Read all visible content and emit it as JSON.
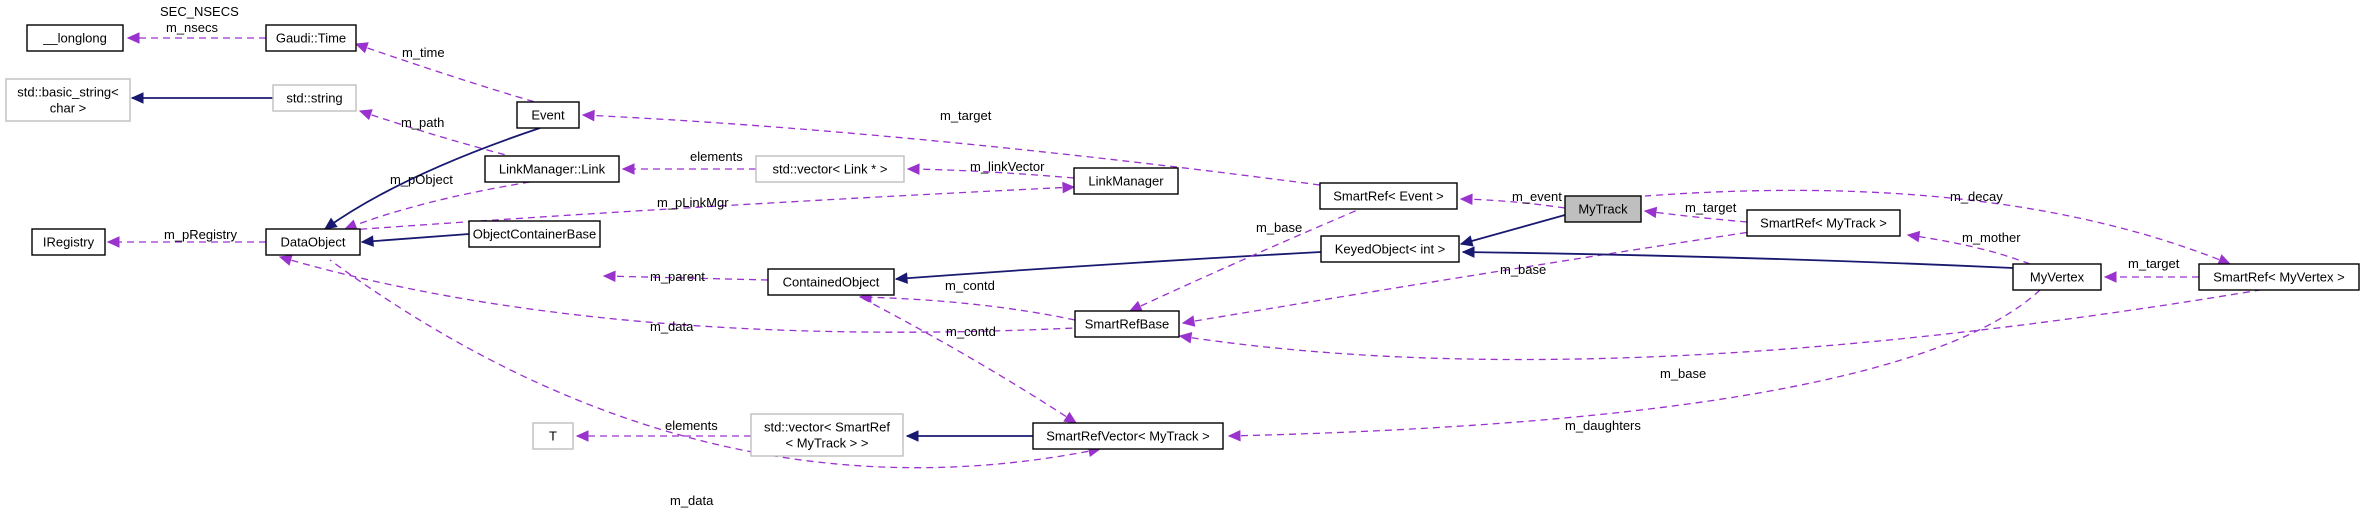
{
  "nodes": [
    {
      "id": "longlong",
      "lines": [
        "__longlong"
      ]
    },
    {
      "id": "gauditime",
      "lines": [
        "Gaudi::Time"
      ]
    },
    {
      "id": "basicstring",
      "lines": [
        "std::basic_string<",
        "char >"
      ]
    },
    {
      "id": "stdstring",
      "lines": [
        "std::string"
      ]
    },
    {
      "id": "event",
      "lines": [
        "Event"
      ]
    },
    {
      "id": "linkmgrlink",
      "lines": [
        "LinkManager::Link"
      ]
    },
    {
      "id": "vectorlink",
      "lines": [
        "std::vector< Link * >"
      ]
    },
    {
      "id": "linkmanager",
      "lines": [
        "LinkManager"
      ]
    },
    {
      "id": "iregistry",
      "lines": [
        "IRegistry"
      ]
    },
    {
      "id": "dataobject",
      "lines": [
        "DataObject"
      ]
    },
    {
      "id": "objcontainerbase",
      "lines": [
        "ObjectContainerBase"
      ]
    },
    {
      "id": "containedobject",
      "lines": [
        "ContainedObject"
      ]
    },
    {
      "id": "smartrefevent",
      "lines": [
        "SmartRef< Event >"
      ]
    },
    {
      "id": "mytrack",
      "lines": [
        "MyTrack"
      ]
    },
    {
      "id": "smartrefmytrack",
      "lines": [
        "SmartRef< MyTrack >"
      ]
    },
    {
      "id": "keyedobject",
      "lines": [
        "KeyedObject< int >"
      ]
    },
    {
      "id": "smartrefbase",
      "lines": [
        "SmartRefBase"
      ]
    },
    {
      "id": "myvertex",
      "lines": [
        "MyVertex"
      ]
    },
    {
      "id": "smartrefmyvertex",
      "lines": [
        "SmartRef< MyVertex >"
      ]
    },
    {
      "id": "t",
      "lines": [
        "T"
      ]
    },
    {
      "id": "vectorsmartref",
      "lines": [
        "std::vector< SmartRef",
        "< MyTrack > >"
      ]
    },
    {
      "id": "smartrefvector",
      "lines": [
        "SmartRefVector< MyTrack >"
      ]
    }
  ],
  "edges": [
    {
      "from": "longlong",
      "to": "gauditime",
      "label": "m_nsecs",
      "style": "dashed"
    },
    {
      "from": "gauditime",
      "to": "event",
      "label": "m_time",
      "style": "dashed"
    },
    {
      "from": "basicstring",
      "to": "stdstring",
      "label": "",
      "style": "solid"
    },
    {
      "from": "stdstring",
      "to": "linkmgrlink",
      "label": "m_path",
      "style": "dashed"
    },
    {
      "from": "dataobject",
      "to": "event",
      "label": "",
      "style": "solid"
    },
    {
      "from": "dataobject",
      "to": "linkmgrlink",
      "label": "m_pObject",
      "style": "dashed"
    },
    {
      "from": "linkmgrlink",
      "to": "vectorlink",
      "label": "elements",
      "style": "dashed"
    },
    {
      "from": "vectorlink",
      "to": "linkmanager",
      "label": "m_linkVector",
      "style": "dashed"
    },
    {
      "from": "linkmanager",
      "to": "dataobject",
      "label": "m_pLinkMgr",
      "style": "dashed"
    },
    {
      "from": "iregistry",
      "to": "dataobject",
      "label": "m_pRegistry",
      "style": "dashed"
    },
    {
      "from": "dataobject",
      "to": "objcontainerbase",
      "label": "",
      "style": "solid"
    },
    {
      "from": "objcontainerbase",
      "to": "containedobject",
      "label": "m_parent",
      "style": "dashed"
    },
    {
      "from": "event",
      "to": "smartrefevent",
      "label": "m_target",
      "style": "dashed"
    },
    {
      "from": "smartrefevent",
      "to": "mytrack",
      "label": "m_event",
      "style": "dashed"
    },
    {
      "from": "keyedobject",
      "to": "mytrack",
      "label": "",
      "style": "solid"
    },
    {
      "from": "containedobject",
      "to": "keyedobject",
      "label": "",
      "style": "solid"
    },
    {
      "from": "mytrack",
      "to": "smartrefmytrack",
      "label": "m_target",
      "style": "dashed"
    },
    {
      "from": "smartrefbase",
      "to": "smartrefevent",
      "label": "m_base",
      "style": "dashed"
    },
    {
      "from": "smartrefbase",
      "to": "smartrefmytrack",
      "label": "m_base",
      "style": "dashed"
    },
    {
      "from": "smartrefmytrack",
      "to": "myvertex",
      "label": "m_mother",
      "style": "dashed"
    },
    {
      "from": "keyedobject",
      "to": "myvertex",
      "label": "",
      "style": "solid"
    },
    {
      "from": "smartrefmyvertex",
      "to": "mytrack",
      "label": "m_decay",
      "style": "dashed"
    },
    {
      "from": "myvertex",
      "to": "smartrefmyvertex",
      "label": "m_target",
      "style": "dashed"
    },
    {
      "from": "smartrefbase",
      "to": "smartrefmyvertex",
      "label": "m_base",
      "style": "dashed"
    },
    {
      "from": "containedobject",
      "to": "smartrefbase",
      "label": "m_contd",
      "style": "dashed"
    },
    {
      "from": "dataobject",
      "to": "smartrefbase",
      "label": "m_data",
      "style": "dashed"
    },
    {
      "from": "containedobject",
      "to": "smartrefvector",
      "label": "m_contd",
      "style": "dashed"
    },
    {
      "from": "dataobject",
      "to": "smartrefvector",
      "label": "m_data",
      "style": "dashed"
    },
    {
      "from": "t",
      "to": "vectorsmartref",
      "label": "elements",
      "style": "dashed"
    },
    {
      "from": "vectorsmartref",
      "to": "smartrefvector",
      "label": "",
      "style": "solid"
    },
    {
      "from": "smartrefvector",
      "to": "myvertex",
      "label": "m_daughters",
      "style": "dashed"
    }
  ],
  "floating_labels": [
    {
      "id": "sec_nsecs",
      "text": "SEC_NSECS"
    }
  ]
}
